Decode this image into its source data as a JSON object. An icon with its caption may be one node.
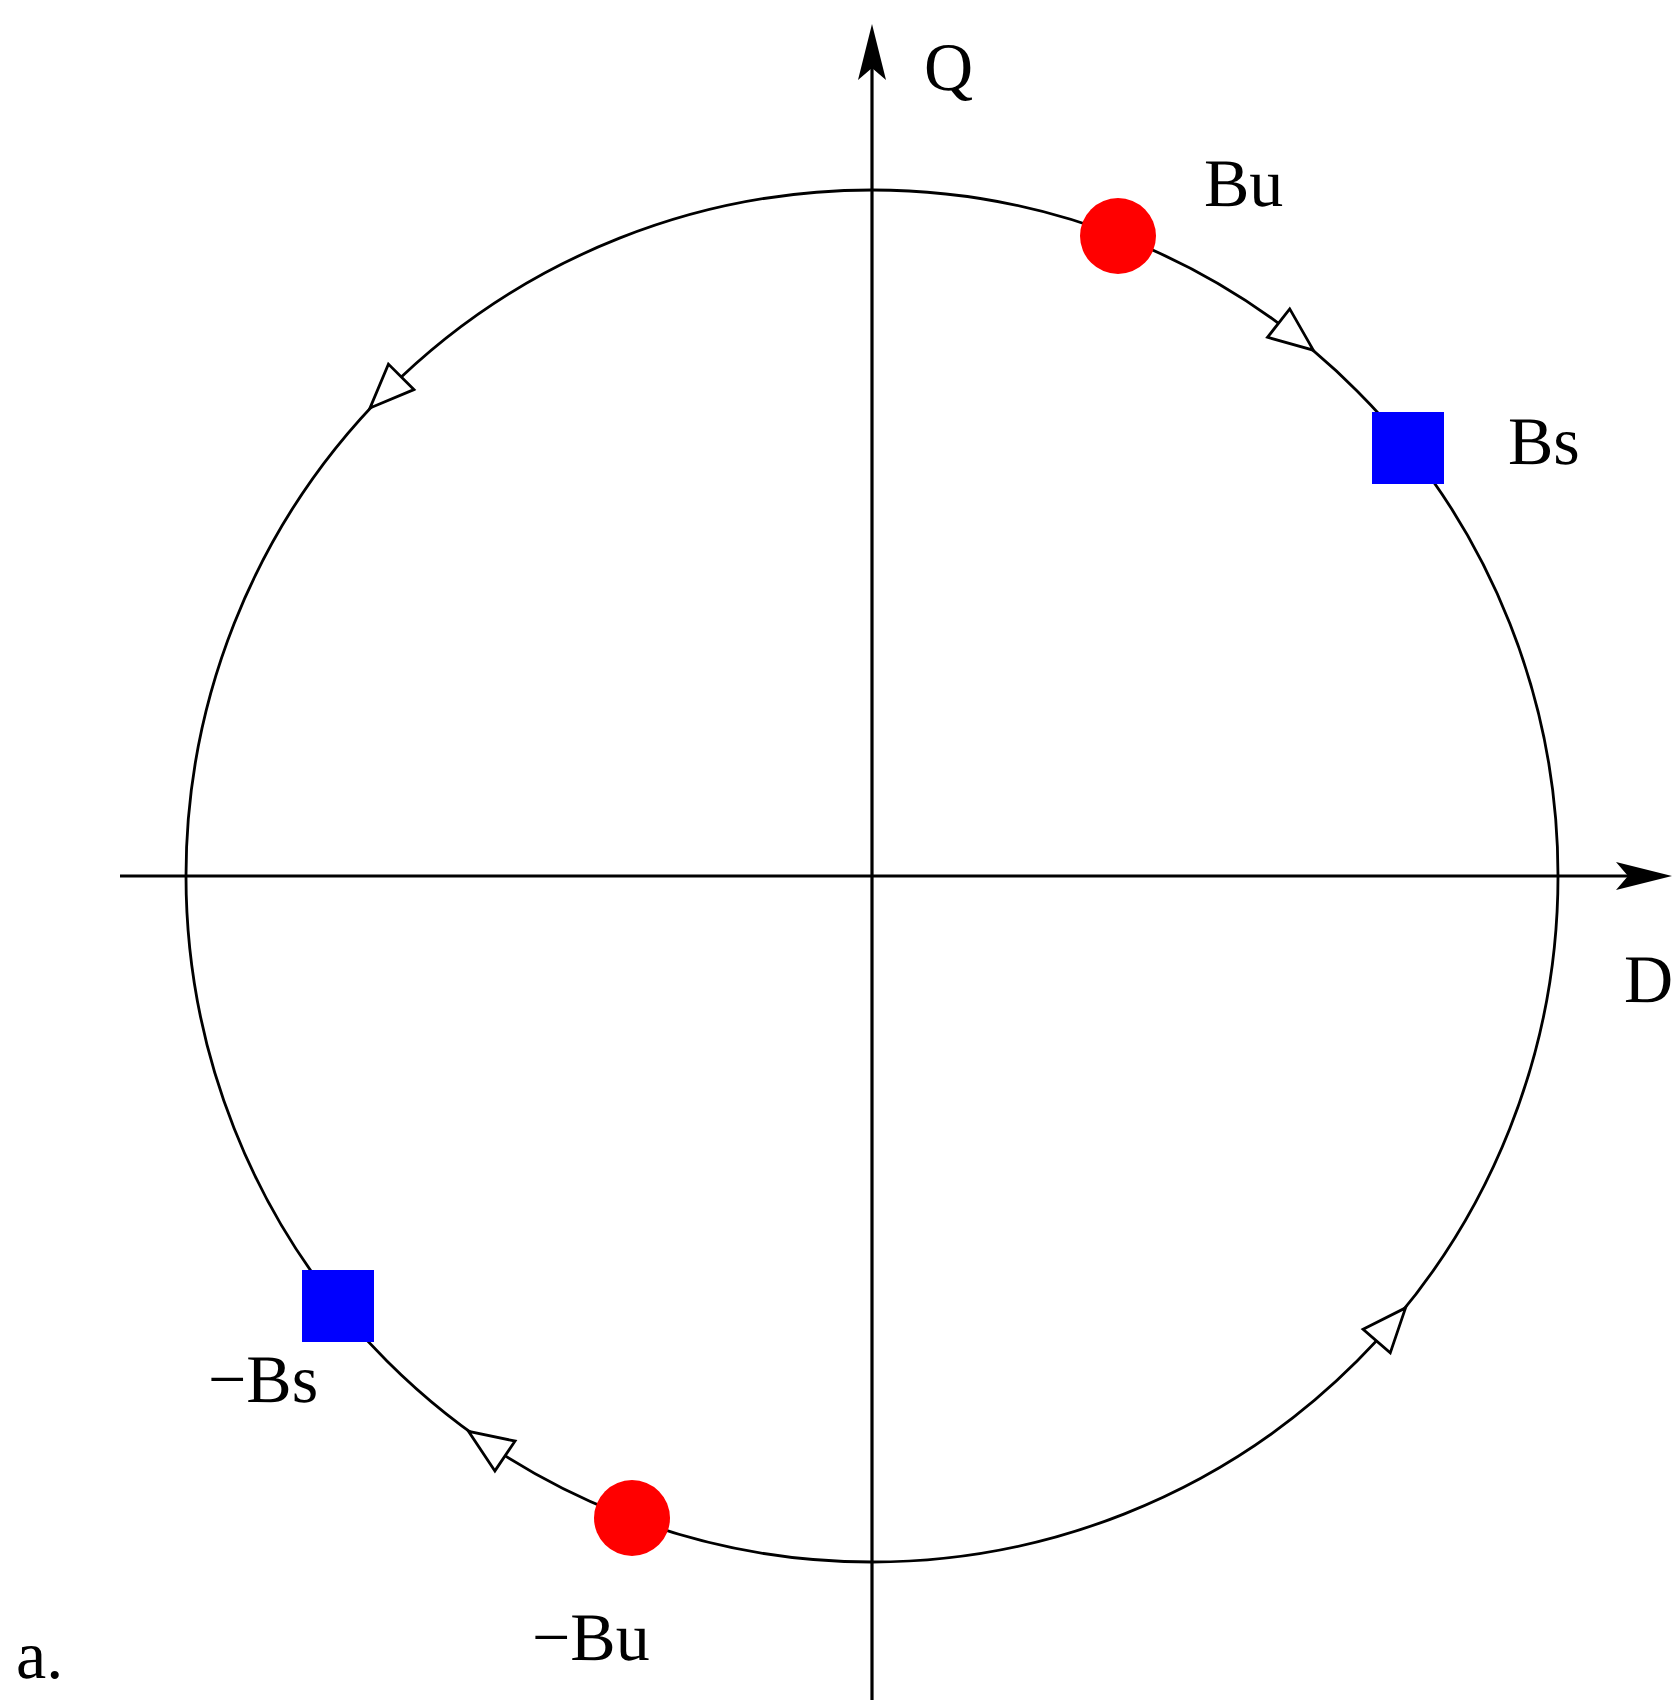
{
  "diagram": {
    "nodes": [
      {
        "text": [],
        "shape": "circle",
        "beside": [
          "Bu"
        ]
      },
      {
        "text": [],
        "shape": "box",
        "beside": [
          "Bs"
        ]
      },
      {
        "text": [],
        "shape": "box",
        "beside": [
          "−Bs"
        ]
      },
      {
        "text": [],
        "shape": "circle",
        "beside": [
          "−Bu"
        ]
      }
    ],
    "labels": [
      "Q",
      "D",
      "a."
    ]
  }
}
